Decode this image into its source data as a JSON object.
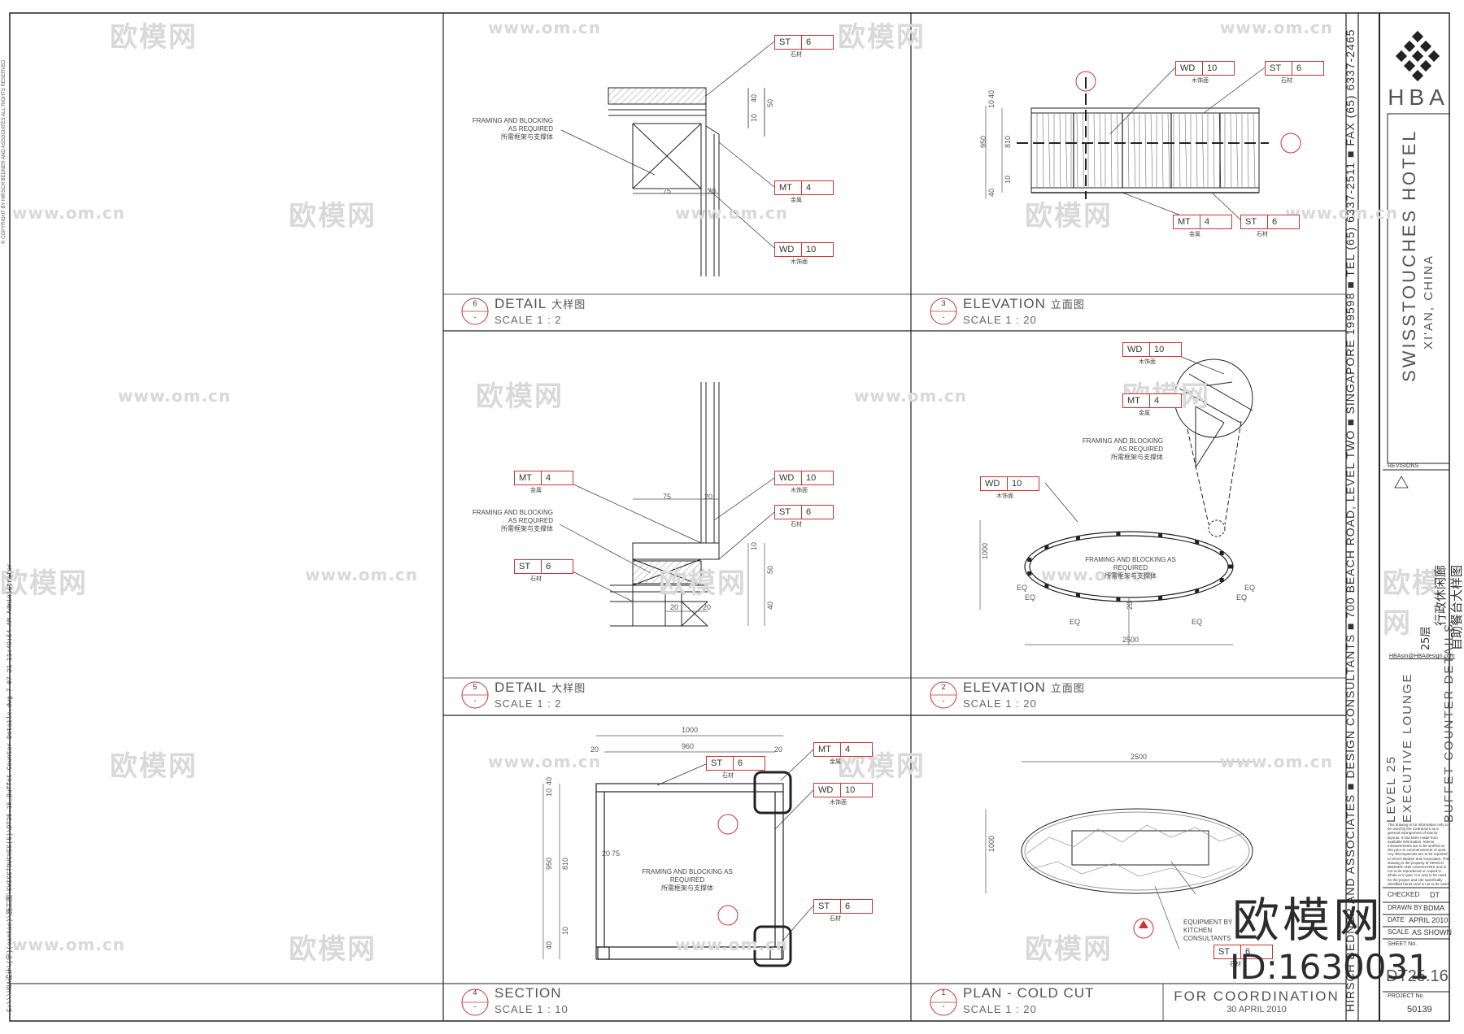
{
  "watermarks": {
    "site_cn": "欧模网",
    "site_url": "www.om.cn",
    "brand_mark": "欧模网",
    "id_label": "ID:1630031"
  },
  "left_margin": {
    "file_path": "E:\\\\\\HBA设计\\(宁)(cankao)\\施工图\\SWISSTOUCHES(5)\\DT25.15_Buffet Counter Details.dwg  7-07-21 11:49:54 AM Administrator",
    "copyright": "© COPYRIGHT BY HIRSCH BEDNER AND ASSOCIATES ALL RIGHTS RESERVED"
  },
  "panels": [
    {
      "num": "6",
      "sub": "-",
      "title": "DETAIL",
      "title_cn": "大样图",
      "scale": "SCALE 1 : 2"
    },
    {
      "num": "3",
      "sub": "-",
      "title": "ELEVATION",
      "title_cn": "立面图",
      "scale": "SCALE 1 : 20"
    },
    {
      "num": "5",
      "sub": "-",
      "title": "DETAIL",
      "title_cn": "大样图",
      "scale": "SCALE 1 : 2"
    },
    {
      "num": "2",
      "sub": "-",
      "title": "ELEVATION",
      "title_cn": "立面图",
      "scale": "SCALE 1 : 20"
    },
    {
      "num": "4",
      "sub": "-",
      "title": "SECTION",
      "title_cn": "",
      "scale": "SCALE 1 : 10"
    },
    {
      "num": "1",
      "sub": "-",
      "title": "PLAN - COLD CUT",
      "title_cn": "",
      "scale": "SCALE 1 : 20"
    }
  ],
  "tags": [
    {
      "code": "ST",
      "num": "6",
      "sub": "石材"
    },
    {
      "code": "MT",
      "num": "4",
      "sub": "金属"
    },
    {
      "code": "WD",
      "num": "10",
      "sub": "木饰面"
    },
    {
      "code": "WD",
      "num": "10",
      "sub": "木饰面"
    },
    {
      "code": "ST",
      "num": "6",
      "sub": "石材"
    },
    {
      "code": "MT",
      "num": "4",
      "sub": "金属"
    },
    {
      "code": "ST",
      "num": "6",
      "sub": "石材"
    },
    {
      "code": "MT",
      "num": "4",
      "sub": "金属"
    },
    {
      "code": "WD",
      "num": "10",
      "sub": "木饰面"
    },
    {
      "code": "ST",
      "num": "6",
      "sub": "石材"
    },
    {
      "code": "ST",
      "num": "6",
      "sub": "石材"
    },
    {
      "code": "WD",
      "num": "10",
      "sub": "木饰面"
    },
    {
      "code": "MT",
      "num": "4",
      "sub": "金属"
    },
    {
      "code": "WD",
      "num": "10",
      "sub": "木饰面"
    },
    {
      "code": "ST",
      "num": "6",
      "sub": "石材"
    },
    {
      "code": "MT",
      "num": "4",
      "sub": "金属"
    },
    {
      "code": "WD",
      "num": "10",
      "sub": "木饰面"
    },
    {
      "code": "ST",
      "num": "6",
      "sub": "石材"
    },
    {
      "code": "ST",
      "num": "6",
      "sub": "石材"
    }
  ],
  "notes": {
    "framing_en": "FRAMING AND BLOCKING AS REQUIRED",
    "framing_cn": "所需框架与支撑体",
    "equipment": "EQUIPMENT BY KITCHEN CONSULTANTS",
    "for_coordination": "FOR COORDINATION",
    "date": "30 APRIL 2010"
  },
  "dims": {
    "d6": [
      "40",
      "50",
      "10",
      "75",
      "20"
    ],
    "d3": [
      "10",
      "40",
      "810",
      "950",
      "10",
      "40"
    ],
    "d5": [
      "75",
      "20",
      "10",
      "50",
      "40",
      "20",
      "20"
    ],
    "d2": [
      "1000",
      "EQ",
      "EQ",
      "EQ",
      "EQ",
      "20",
      "2500",
      "EQ",
      "EQ"
    ],
    "d4": [
      "1000",
      "960",
      "20",
      "20",
      "40",
      "10",
      "810",
      "950",
      "10",
      "40",
      "20",
      "75"
    ],
    "d1": [
      "2500",
      "1000"
    ]
  },
  "vertical_address": "HIRSCH BEDNER AND ASSOCIATES  ■  DESIGN CONSULTANTS  ■  700 BEACH ROAD, LEVEL TWO  ■  SINGAPORE 199598  ■  TEL (65) 6337-2511  ■  FAX (65) 6337-2465",
  "title_block": {
    "firm": "HBA",
    "project": "SWISSTOUCHES HOTEL",
    "location": "XI'AN, CHINA",
    "revisions_label": "REVISIONS",
    "level": "LEVEL 25",
    "area": "EXECUTIVE LOUNGE",
    "drawing": "BUFFET COUNTER DETAILS",
    "level_cn": "25层",
    "area_cn": "行政休闲廊",
    "drawing_cn": "自助餐台大样图",
    "email": "HBAsin@HBAdesign.com",
    "disclaimer": "This drawing is for information only to be used by the contractors as a general arrangement of interior layouts. It has been made from available information. Interior measurements are to be verified on site prior to commencement of work. Any discrepancies are to be reported to Hirsch Bedner and Associates. This drawing is the property of HIRSCH BEDNER AND ASSOCIATES and is not to be reproduced or copied in whole or in part. It is only to be used for the project and site specifically identified herein and is not to be used on any other project. It is to be returned upon request.",
    "checked_label": "CHECKED",
    "checked_value": "DT",
    "drawn_label": "DRAWN BY",
    "drawn_value": "BDMA",
    "date_label": "DATE",
    "date_value": "APRIL 2010",
    "scale_label": "SCALE",
    "scale_value": "AS SHOWN",
    "sheet_label": "SHEET No.",
    "sheet_value": "DT25.16",
    "project_label": "PROJECT No.",
    "project_value": "50139"
  },
  "colors": {
    "line": "#1a1a1a",
    "tag_border": "#cc3333",
    "watermark": "#d9d9d9"
  }
}
